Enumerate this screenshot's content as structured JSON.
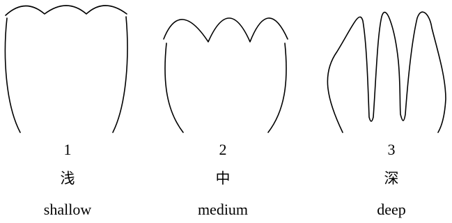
{
  "diagram": {
    "line_color": "#000000",
    "items": [
      {
        "number": "1",
        "chinese": "浅",
        "english": "shallow",
        "shape": "shallow-lobed-outline-icon"
      },
      {
        "number": "2",
        "chinese": "中",
        "english": "medium",
        "shape": "medium-lobed-outline-icon"
      },
      {
        "number": "3",
        "chinese": "深",
        "english": "deep",
        "shape": "deep-lobed-outline-icon"
      }
    ]
  }
}
